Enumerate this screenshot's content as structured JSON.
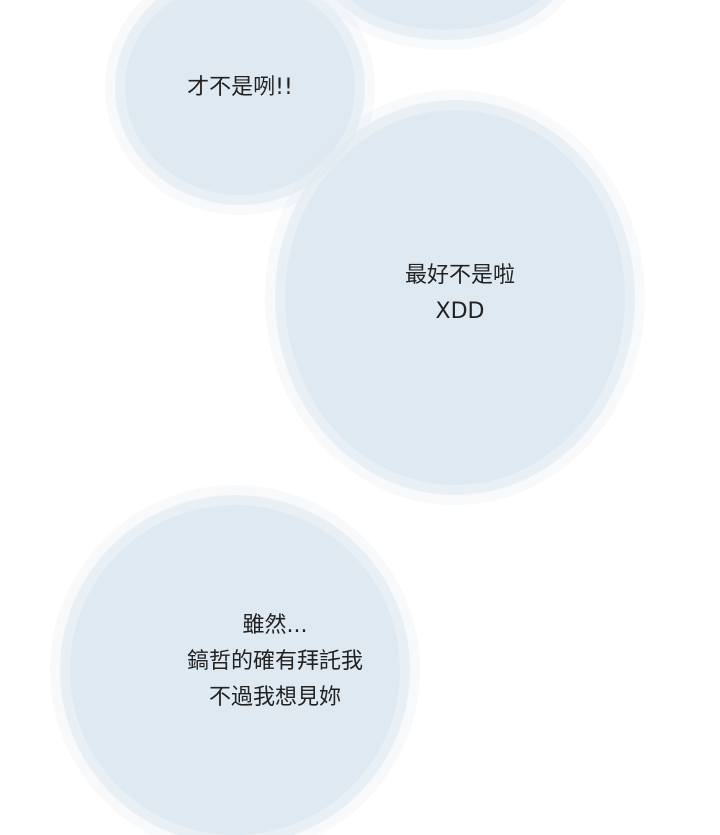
{
  "bubbles": [
    {
      "lines": []
    },
    {
      "lines": [
        "才不是咧!!"
      ]
    },
    {
      "lines": [
        "最好不是啦",
        "XDD"
      ]
    },
    {
      "lines": [
        "雖然...",
        "鎬哲的確有拜託我",
        "不過我想見妳"
      ]
    }
  ],
  "colors": {
    "bubble": "#dfe9f1",
    "text": "#222222",
    "background": "#ffffff"
  }
}
